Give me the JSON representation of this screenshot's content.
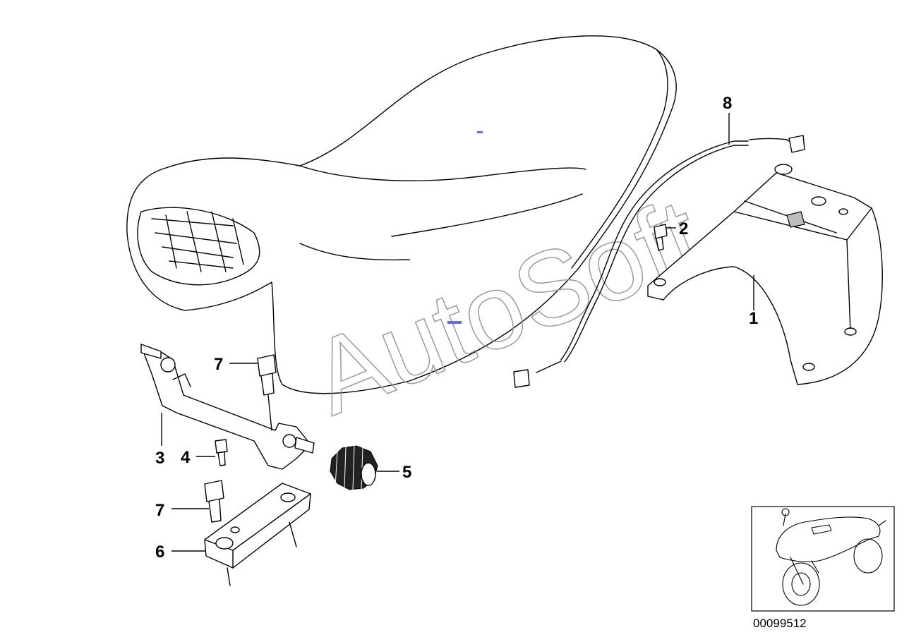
{
  "diagram": {
    "watermark": "AutoSoft",
    "reference_number": "00099512",
    "parts": [
      {
        "number": "1"
      },
      {
        "number": "2"
      },
      {
        "number": "3"
      },
      {
        "number": "4"
      },
      {
        "number": "5"
      },
      {
        "number": "6"
      },
      {
        "number": "7"
      },
      {
        "number": "7"
      },
      {
        "number": "8"
      }
    ]
  }
}
